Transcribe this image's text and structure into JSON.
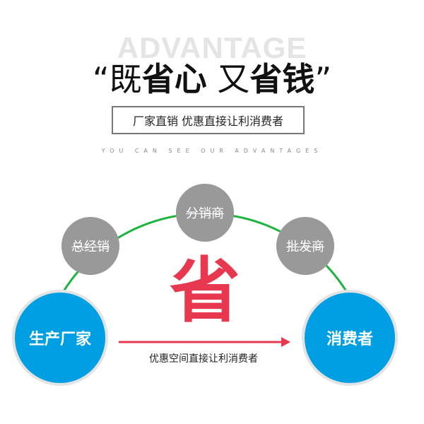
{
  "header": {
    "watermark": "ADVANTAGE",
    "title_open_quote": "“",
    "title_part1": "既",
    "title_part2": "省心",
    "title_part3": " 又",
    "title_part4": "省钱",
    "title_close_quote": "”",
    "subtitle_box": "厂家直销 优惠直接让利消费者",
    "english_tagline": "YOU CAN SEE OUR ADVANTAGES"
  },
  "diagram": {
    "intermediaries": [
      "总经销",
      "分销商",
      "批发商"
    ],
    "producer": "生产厂家",
    "consumer": "消费者",
    "center_char": "省",
    "arrow_caption": "优惠空间直接让利消费者",
    "colors": {
      "arc": "#1db33e",
      "node_gray": "#999999",
      "node_blue": "#009fe3",
      "accent_red": "#e8384f"
    }
  }
}
